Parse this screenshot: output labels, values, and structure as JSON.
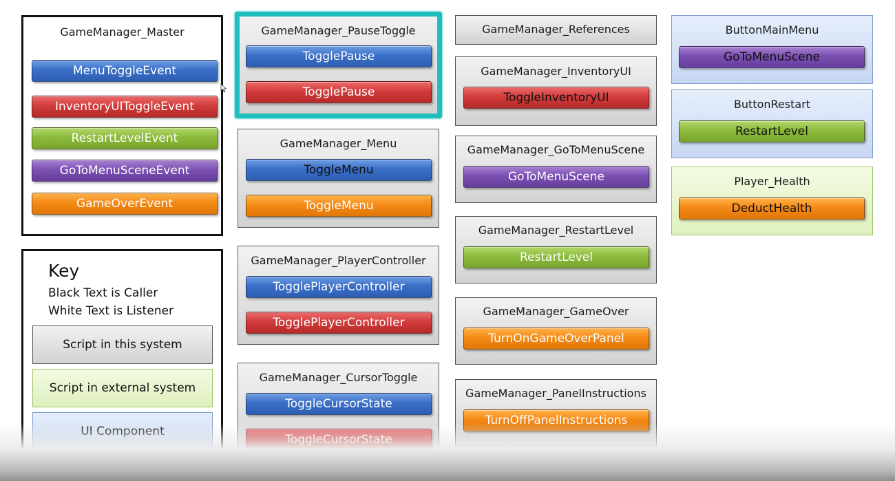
{
  "colors": {
    "blue": "#3a6fc8",
    "red": "#d23c3c",
    "green": "#8cbb3c",
    "purple": "#7b4fb2",
    "orange": "#f58a17",
    "highlight": "#1fbfbf"
  },
  "boxes": [
    {
      "title": "GameManager_Master",
      "kind": "master",
      "bars": [
        {
          "label": "MenuToggleEvent",
          "color": "blue",
          "role": "listener"
        },
        {
          "label": "InventoryUIToggleEvent",
          "color": "red",
          "role": "listener"
        },
        {
          "label": "RestartLevelEvent",
          "color": "green",
          "role": "listener"
        },
        {
          "label": "GoToMenuSceneEvent",
          "color": "purple",
          "role": "listener"
        },
        {
          "label": "GameOverEvent",
          "color": "orange",
          "role": "listener"
        }
      ]
    },
    {
      "title": "GameManager_PauseToggle",
      "kind": "system",
      "highlighted": true,
      "bars": [
        {
          "label": "TogglePause",
          "color": "blue",
          "role": "listener"
        },
        {
          "label": "TogglePause",
          "color": "red",
          "role": "listener"
        }
      ]
    },
    {
      "title": "GameManager_Menu",
      "kind": "system",
      "bars": [
        {
          "label": "ToggleMenu",
          "color": "blue",
          "role": "caller"
        },
        {
          "label": "ToggleMenu",
          "color": "orange",
          "role": "listener"
        }
      ]
    },
    {
      "title": "GameManager_PlayerController",
      "kind": "system",
      "bars": [
        {
          "label": "TogglePlayerController",
          "color": "blue",
          "role": "listener"
        },
        {
          "label": "TogglePlayerController",
          "color": "red",
          "role": "listener"
        }
      ]
    },
    {
      "title": "GameManager_CursorToggle",
      "kind": "system",
      "bars": [
        {
          "label": "ToggleCursorState",
          "color": "blue",
          "role": "listener"
        },
        {
          "label": "ToggleCursorState",
          "color": "red",
          "role": "listener"
        }
      ]
    },
    {
      "title": "GameManager_References",
      "kind": "system",
      "bars": []
    },
    {
      "title": "GameManager_InventoryUI",
      "kind": "system",
      "bars": [
        {
          "label": "ToggleInventoryUI",
          "color": "red",
          "role": "caller"
        }
      ]
    },
    {
      "title": "GameManager_GoToMenuScene",
      "kind": "system",
      "bars": [
        {
          "label": "GoToMenuScene",
          "color": "purple",
          "role": "listener"
        }
      ]
    },
    {
      "title": "GameManager_RestartLevel",
      "kind": "system",
      "bars": [
        {
          "label": "RestartLevel",
          "color": "green",
          "role": "listener"
        }
      ]
    },
    {
      "title": "GameManager_GameOver",
      "kind": "system",
      "bars": [
        {
          "label": "TurnOnGameOverPanel",
          "color": "orange",
          "role": "listener"
        }
      ]
    },
    {
      "title": "GameManager_PanelInstructions",
      "kind": "system",
      "bars": [
        {
          "label": "TurnOffPanelInstructions",
          "color": "orange",
          "role": "listener"
        }
      ]
    },
    {
      "title": "ButtonMainMenu",
      "kind": "ui",
      "bars": [
        {
          "label": "GoToMenuScene",
          "color": "purple",
          "role": "caller"
        }
      ]
    },
    {
      "title": "ButtonRestart",
      "kind": "ui",
      "bars": [
        {
          "label": "RestartLevel",
          "color": "green",
          "role": "caller"
        }
      ]
    },
    {
      "title": "Player_Health",
      "kind": "external",
      "bars": [
        {
          "label": "DeductHealth",
          "color": "orange",
          "role": "caller"
        }
      ]
    }
  ],
  "key": {
    "heading": "Key",
    "lines": [
      "Black Text is Caller",
      "White Text is Listener"
    ],
    "legend": [
      {
        "label": "Script in this system",
        "kind": "system"
      },
      {
        "label": "Script in external system",
        "kind": "external"
      },
      {
        "label": "UI Component",
        "kind": "ui"
      }
    ]
  }
}
